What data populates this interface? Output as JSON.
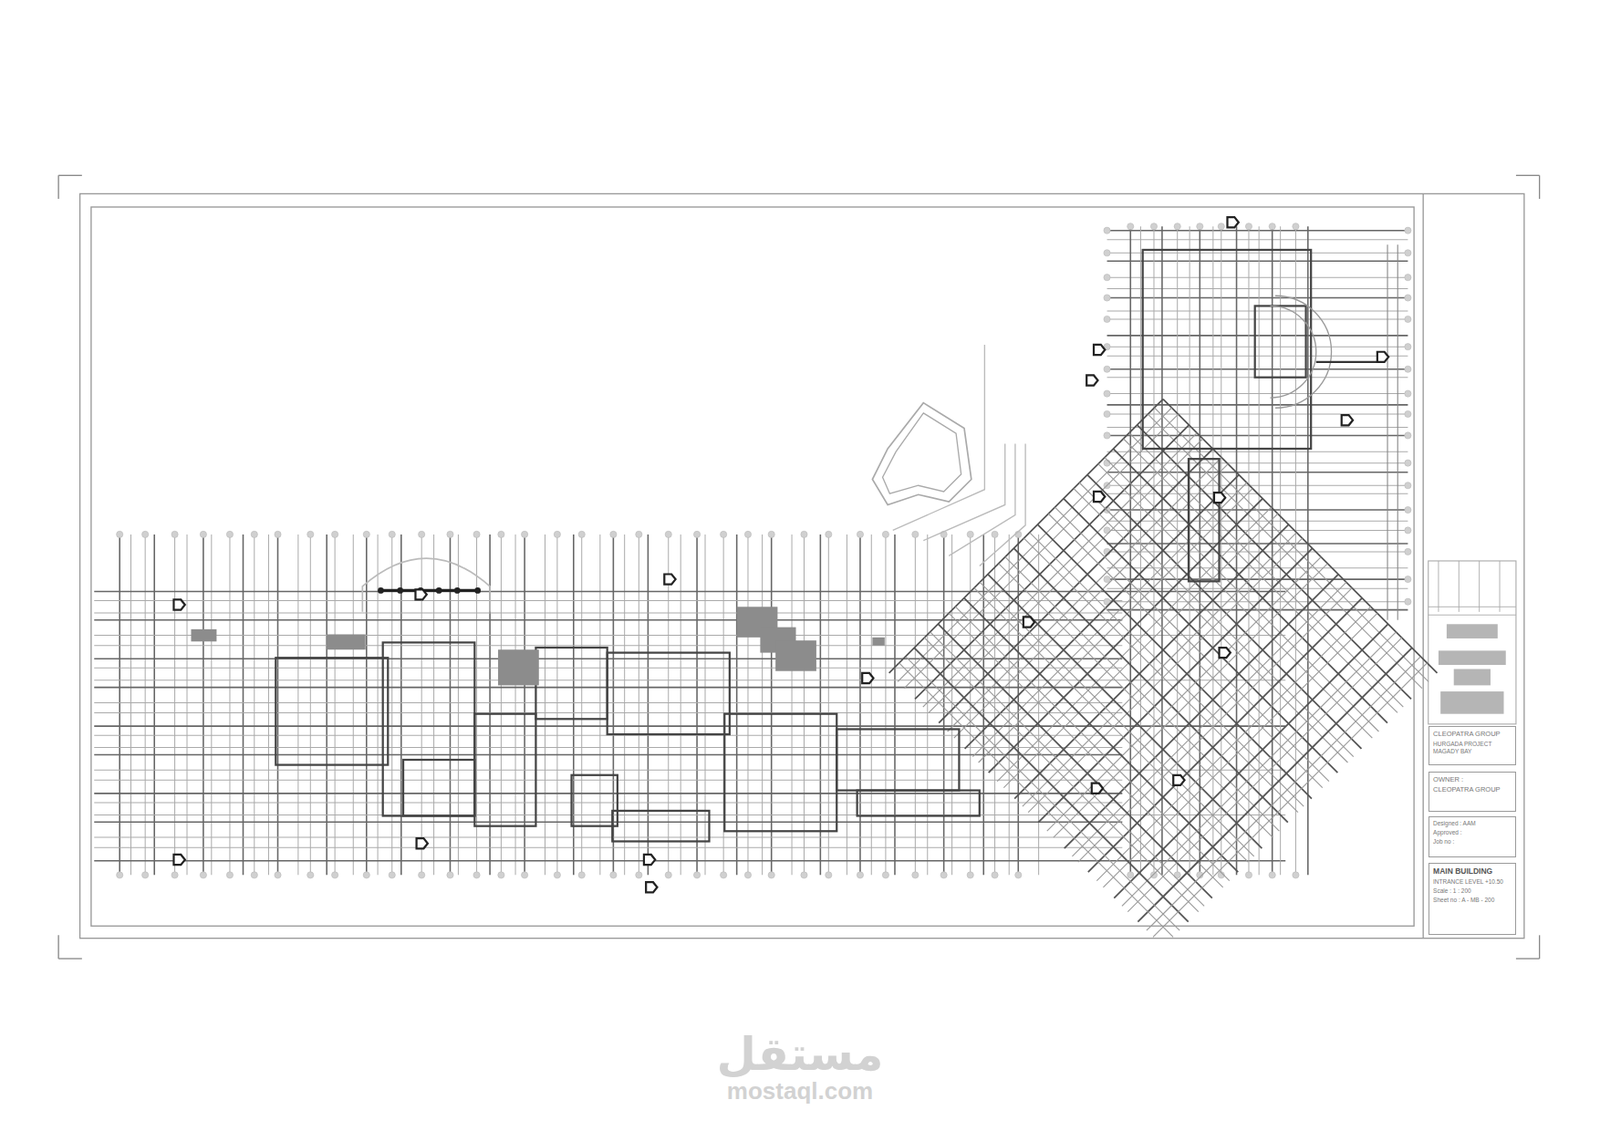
{
  "diagram": {
    "nodes": [
      {
        "text": [
          "CLEOPATRA GROUP",
          "HURGADA PROJECT MAGADY BAY"
        ]
      },
      {
        "text": [
          "OWNER :",
          "CLEOPATRA GROUP"
        ]
      },
      {
        "text": [
          "Designed : AAM",
          "Approved :",
          "Job no :"
        ]
      },
      {
        "text": [
          "MAIN BUILDING",
          "INTRANCE LEVEL +10.50",
          "Scale : 1 : 200",
          "Sheet no : A - MB - 200"
        ]
      }
    ],
    "edges": [],
    "labels": [
      "مستقل",
      "mostaql.com"
    ]
  }
}
